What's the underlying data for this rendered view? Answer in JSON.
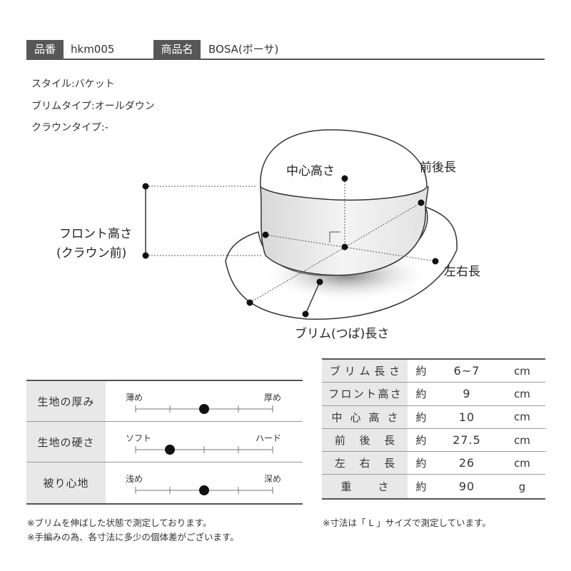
{
  "header": {
    "item_no_label": "品番",
    "item_no": "hkm005",
    "product_name_label": "商品名",
    "product_name": "BOSA(ボーサ)"
  },
  "specs": {
    "style": "スタイル:バケット",
    "brim_type": "ブリムタイプ:オールダウン",
    "crown_type": "クラウンタイプ:-"
  },
  "diagram_labels": {
    "center_height": "中心高さ",
    "front_back": "前後長",
    "front_height_line1": "フロント高さ",
    "front_height_line2": "(クラウン前)",
    "left_right": "左右長",
    "brim_length": "ブリム(つば)長さ"
  },
  "properties": [
    {
      "label": "生地の厚み",
      "left": "薄め",
      "right": "厚め",
      "level": 0.5
    },
    {
      "label": "生地の硬さ",
      "left": "ソフト",
      "right": "ハード",
      "level": 0.25
    },
    {
      "label": "被り心地",
      "left": "浅め",
      "right": "深め",
      "level": 0.5
    }
  ],
  "measurements": [
    {
      "label": "ブリム長さ",
      "approx": "約",
      "value": "6~7",
      "unit": "cm"
    },
    {
      "label": "フロント高さ",
      "approx": "約",
      "value": "9",
      "unit": "cm"
    },
    {
      "label": "中心高さ",
      "approx": "約",
      "value": "10",
      "unit": "cm"
    },
    {
      "label": "前後長",
      "approx": "約",
      "value": "27.5",
      "unit": "cm"
    },
    {
      "label": "左右長",
      "approx": "約",
      "value": "26",
      "unit": "cm"
    },
    {
      "label": "重さ",
      "approx": "約",
      "value": "90",
      "unit": "g"
    }
  ],
  "notes": {
    "brim_note": "※ブリムを伸ばした状態で測定しております。",
    "handmade_note": "※手編みの為、各寸法に多少の個体差がございます。",
    "size_note": "※寸法は「 L 」サイズで測定しています。"
  }
}
